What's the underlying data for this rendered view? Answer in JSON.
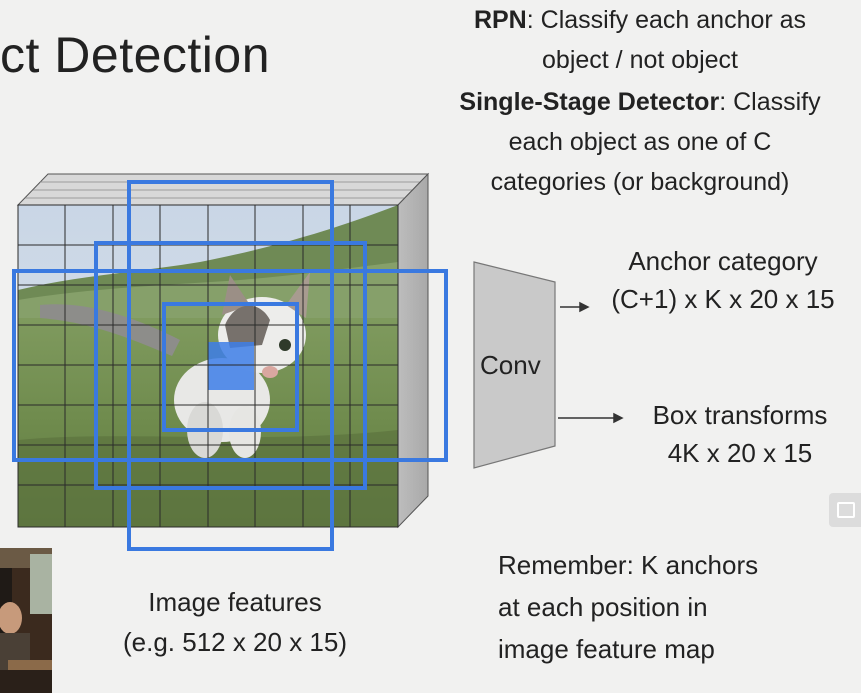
{
  "slide": {
    "title": "ct Detection",
    "rpn": {
      "bold": "RPN",
      "text1": ": Classify each anchor as",
      "text2": "object / not object"
    },
    "ssd": {
      "bold": "Single-Stage Detector",
      "text1": ": Classify",
      "text2": "each object as one of C",
      "text3": "categories (or background)"
    },
    "anchor_category": {
      "line1": "Anchor category",
      "line2": "(C+1) x K x 20 x 15"
    },
    "box_transforms": {
      "line1": "Box transforms",
      "line2": "4K x 20 x 15"
    },
    "conv_label": "Conv",
    "image_features": {
      "line1": "Image features",
      "line2": "(e.g. 512 x 20 x 15)"
    },
    "remember": {
      "line1": "Remember: K anchors",
      "line2": "at each position in",
      "line3": "image feature map"
    }
  },
  "colors": {
    "anchor_box": "#3a79e0",
    "highlight_cell": "#3d7ee8",
    "conv_fill": "#c9c9c9",
    "grid_line": "#2a2a2a",
    "background": "#f1f1f0"
  },
  "icons": {
    "corner_button": "picture-in-picture-icon"
  }
}
